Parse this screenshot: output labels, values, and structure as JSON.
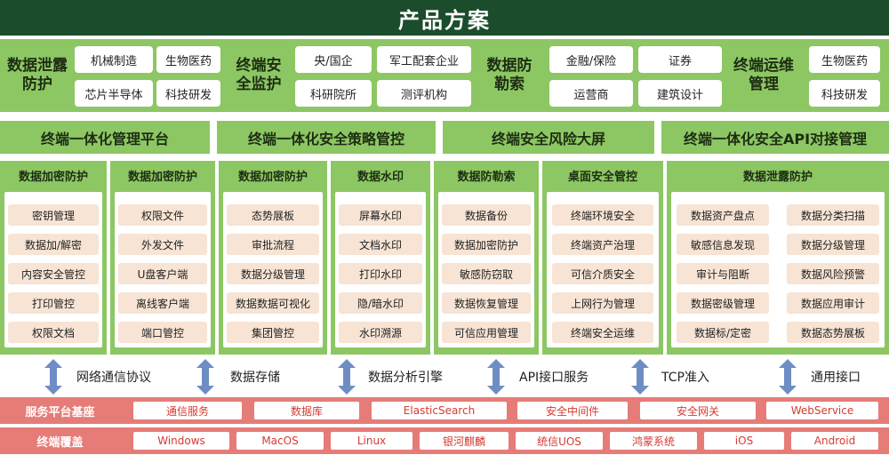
{
  "header": {
    "title": "产品方案"
  },
  "industries": [
    {
      "title": "数据泄露防护",
      "items": [
        "机械制造",
        "生物医药",
        "芯片半导体",
        "科技研发"
      ]
    },
    {
      "title": "终端安全监护",
      "items": [
        "央/国企",
        "军工配套企业",
        "科研院所",
        "测评机构"
      ]
    },
    {
      "title": "数据防勒索",
      "items": [
        "金融/保险",
        "证券",
        "运营商",
        "建筑设计"
      ]
    },
    {
      "title": "终端运维管理",
      "items": [
        "生物医药",
        "科技研发"
      ]
    }
  ],
  "platforms": [
    "终端一体化管理平台",
    "终端一体化安全策略管控",
    "终端安全风险大屏",
    "终端一体化安全API对接管理"
  ],
  "modules": [
    {
      "title": "数据加密防护",
      "items": [
        "密钥管理",
        "数据加/解密",
        "内容安全管控",
        "打印管控",
        "权限文档"
      ]
    },
    {
      "title": "数据加密防护",
      "items": [
        "权限文件",
        "外发文件",
        "U盘客户端",
        "离线客户端",
        "端口管控"
      ]
    },
    {
      "title": "数据加密防护",
      "items": [
        "态势展板",
        "审批流程",
        "数据分级管理",
        "数据数据可视化",
        "集团管控"
      ]
    },
    {
      "title": "数据水印",
      "items": [
        "屏幕水印",
        "文档水印",
        "打印水印",
        "隐/暗水印",
        "水印溯源"
      ]
    },
    {
      "title": "数据防勒索",
      "items": [
        "数据备份",
        "数据加密防护",
        "敏感防窃取",
        "数据恢复管理",
        "可信应用管理"
      ]
    },
    {
      "title": "桌面安全管控",
      "items": [
        "终端环境安全",
        "终端资产治理",
        "可信介质安全",
        "上网行为管理",
        "终端安全运维"
      ]
    },
    {
      "title": "数据泄露防护",
      "items": [
        "数据资产盘点",
        "数据分类扫描",
        "敏感信息发现",
        "数据分级管理",
        "审计与阻断",
        "数据风险预警",
        "数据密级管理",
        "数据应用审计",
        "数据标/定密",
        "数据态势展板"
      ]
    }
  ],
  "connectors": [
    "网络通信协议",
    "数据存储",
    "数据分析引擎",
    "API接口服务",
    "TCP准入",
    "通用接口"
  ],
  "service_platform": {
    "title": "服务平台基座",
    "items": [
      "通信服务",
      "数据库",
      "ElasticSearch",
      "安全中间件",
      "安全网关",
      "WebService"
    ]
  },
  "terminal_coverage": {
    "title": "终端覆盖",
    "items": [
      "Windows",
      "MacOS",
      "Linux",
      "银河麒麟",
      "统信UOS",
      "鸿蒙系统",
      "iOS",
      "Android"
    ]
  },
  "colors": {
    "header": "#1b4d2c",
    "green": "#8dc764",
    "item_bg": "#f7e4d4",
    "red_bar": "#e67c78",
    "red_text": "#d63a32",
    "arrow": "#6e8dc4"
  }
}
